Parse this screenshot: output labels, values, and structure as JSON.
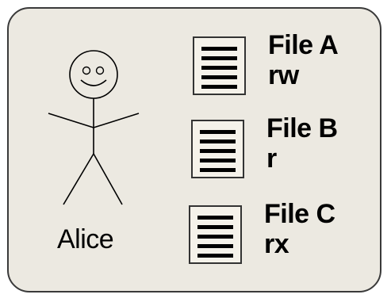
{
  "user": {
    "name": "Alice"
  },
  "files": [
    {
      "name": "File A",
      "permissions": "rw"
    },
    {
      "name": "File B",
      "permissions": "r"
    },
    {
      "name": "File C",
      "permissions": "rx"
    }
  ],
  "icons": {
    "user": "stick-figure-icon",
    "file": "document-icon"
  },
  "colors": {
    "panel_background": "#ece9e1",
    "border": "#3a3a3a",
    "text": "#000000"
  }
}
